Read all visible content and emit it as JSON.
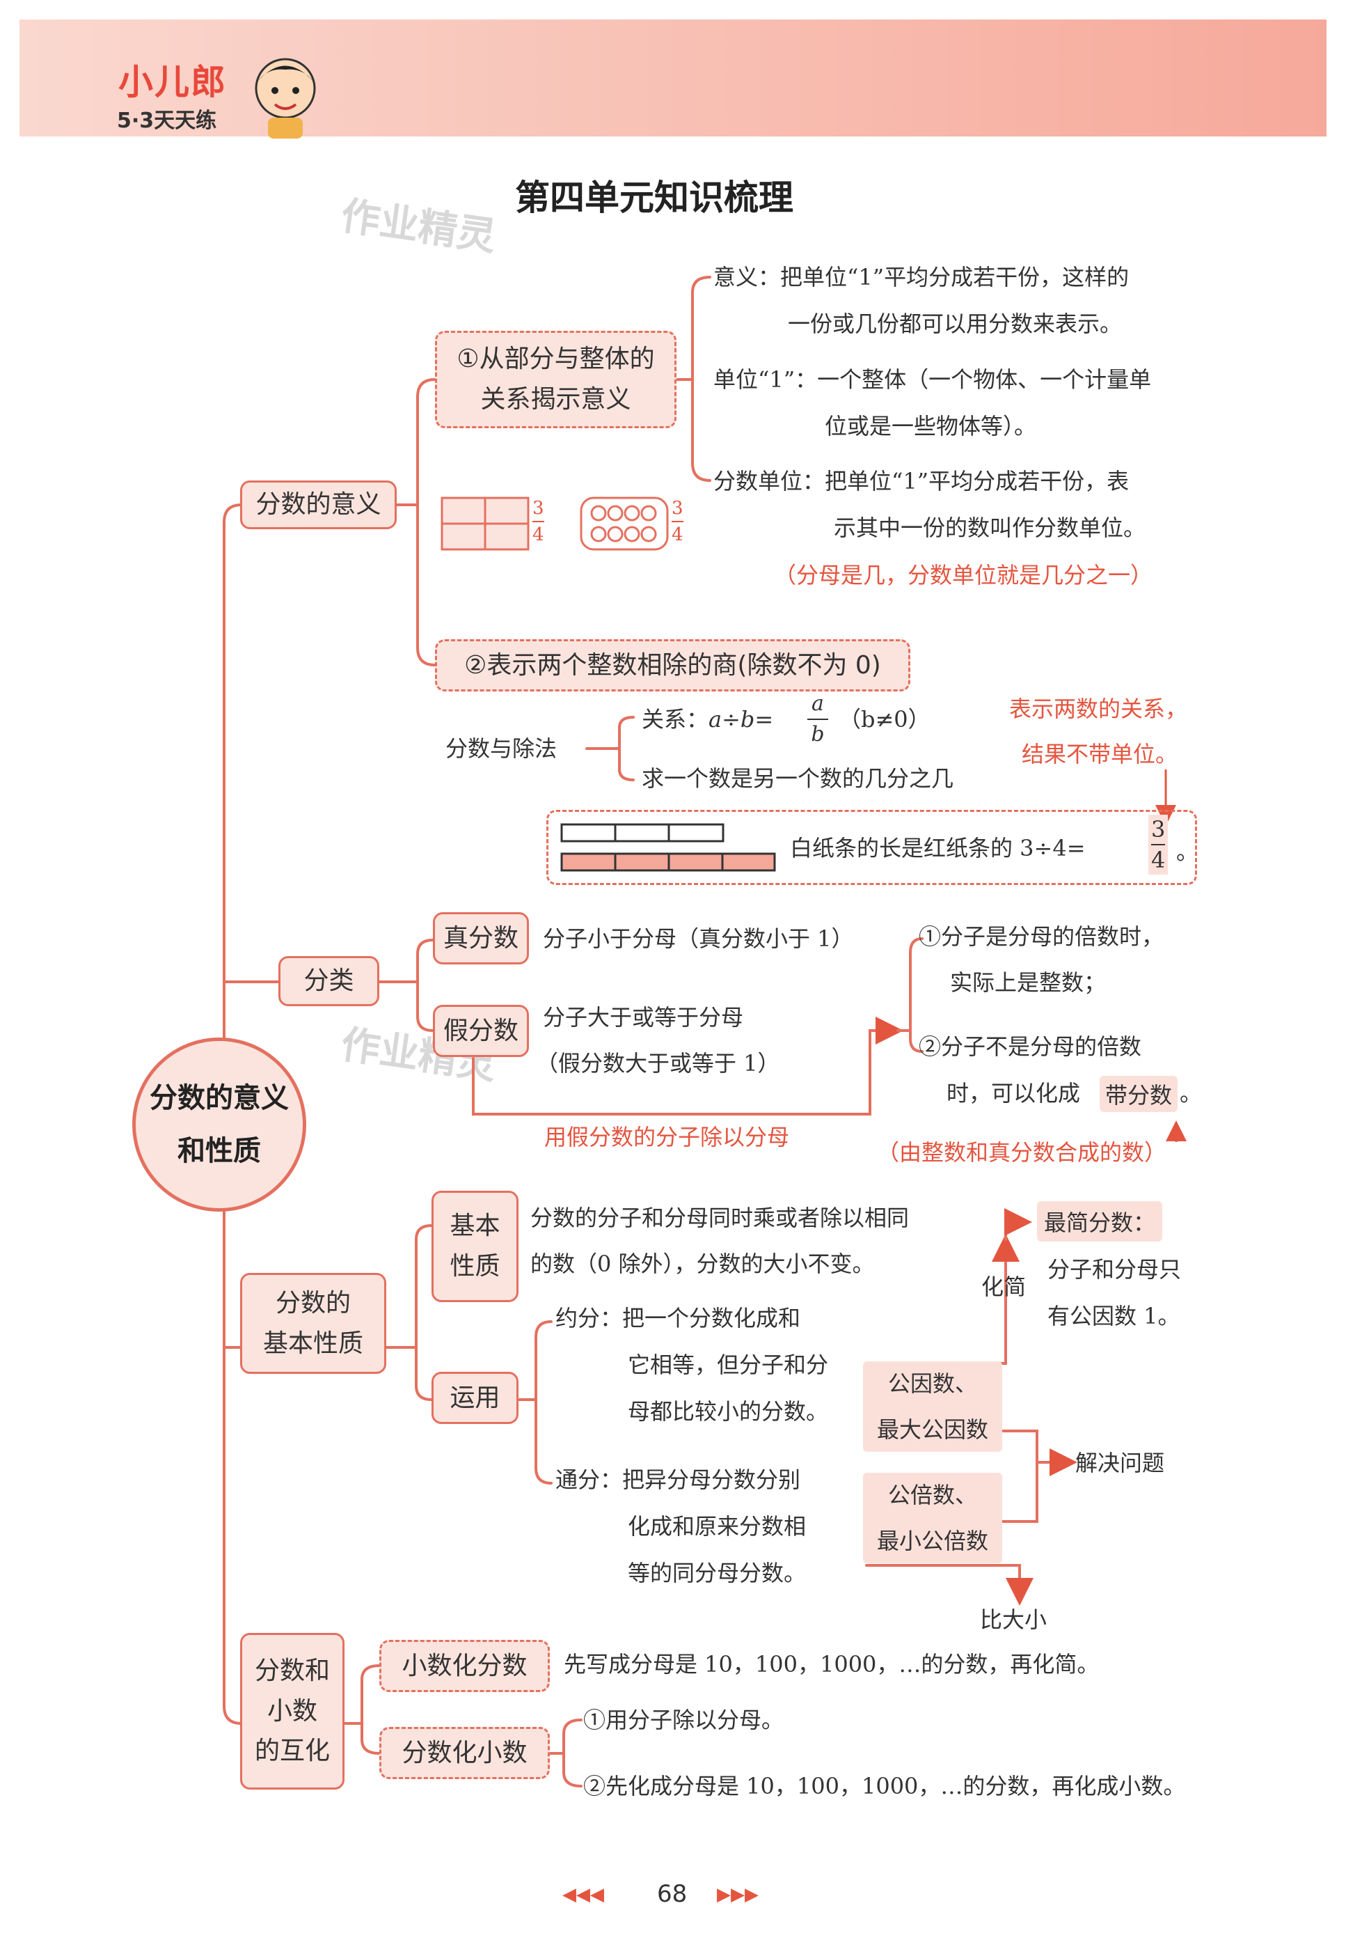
{
  "header": {
    "logo_main": "小儿郎",
    "logo_sub": "5·3天天练"
  },
  "page_title": "第四单元知识梳理",
  "watermark": "作业精灵",
  "center": {
    "line1": "分数的意义",
    "line2": "和性质"
  },
  "branches": {
    "meaning": {
      "label": "分数的意义",
      "sub1": {
        "line1": "①从部分与整体的",
        "line2": "关系揭示意义"
      },
      "defs": {
        "yiyi_1": "意义：把单位“1”平均分成若干份，这样的",
        "yiyi_2": "一份或几份都可以用分数来表示。",
        "danwei1_1": "单位“1”：一个整体（一个物体、一个计量单",
        "danwei1_2": "位或是一些物体等）。",
        "fsdw_1": "分数单位：把单位“1”平均分成若干份，表",
        "fsdw_2": "示其中一份的数叫作分数单位。",
        "note": "（分母是几，分数单位就是几分之一）"
      },
      "fig_frac": {
        "num": "3",
        "den": "4"
      },
      "sub2": "②表示两个整数相除的商(除数不为 0)",
      "division": {
        "label": "分数与除法",
        "rel_prefix": "关系：",
        "rel_expr": "a÷b=",
        "rel_num": "a",
        "rel_den": "b",
        "rel_cond": "（b≠0）",
        "qiu": "求一个数是另一个数的几分之几",
        "note_1": "表示两数的关系，",
        "note_2": "结果不带单位。",
        "strip_text": "白纸条的长是红纸条的 3÷4=",
        "strip_num": "3",
        "strip_den": "4",
        "strip_end": "。"
      }
    },
    "classify": {
      "label": "分类",
      "proper": "真分数",
      "proper_desc": "分子小于分母（真分数小于 1）",
      "improper": "假分数",
      "improper_desc_1": "分子大于或等于分母",
      "improper_desc_2": "（假分数大于或等于 1）",
      "case1_1": "①分子是分母的倍数时，",
      "case1_2": "实际上是整数；",
      "case2_1": "②分子不是分母的倍数",
      "case2_2": "时，可以化成",
      "mixed": "带分数",
      "case2_end": "。",
      "note_convert": "用假分数的分子除以分母",
      "note_mixed": "（由整数和真分数合成的数）"
    },
    "property": {
      "label_1": "分数的",
      "label_2": "基本性质",
      "basic_1": "基本",
      "basic_2": "性质",
      "basic_desc_1": "分数的分子和分母同时乘或者除以相同",
      "basic_desc_2": "的数（0 除外），分数的大小不变。",
      "use": "运用",
      "yuefen_1": "约分：把一个分数化成和",
      "yuefen_2": "它相等，但分子和分",
      "yuefen_3": "母都比较小的分数。",
      "tongfen_1": "通分：把异分母分数分别",
      "tongfen_2": "化成和原来分数相",
      "tongfen_3": "等的同分母分数。",
      "gys_1": "公因数、",
      "gys_2": "最大公因数",
      "gbs_1": "公倍数、",
      "gbs_2": "最小公倍数",
      "huajian": "化简",
      "zuijian": "最简分数：",
      "zuijian_desc_1": "分子和分母只",
      "zuijian_desc_2": "有公因数 1。",
      "solve": "解决问题",
      "compare": "比大小"
    },
    "convert": {
      "label_1": "分数和",
      "label_2": "小数",
      "label_3": "的互化",
      "dec_to_frac": "小数化分数",
      "dec_to_frac_desc": "先写成分母是 10，100，1000，…的分数，再化简。",
      "frac_to_dec": "分数化小数",
      "ftd_1": "①用分子除以分母。",
      "ftd_2": "②先化成分母是 10，100，1000，…的分数，再化成小数。"
    }
  },
  "footer": {
    "page": "68",
    "left_arrows": "◀◀◀",
    "right_arrows": "▶▶▶"
  },
  "colors": {
    "accent": "#e4705f",
    "fill": "#fbe4de",
    "header": "#f6a99a"
  }
}
